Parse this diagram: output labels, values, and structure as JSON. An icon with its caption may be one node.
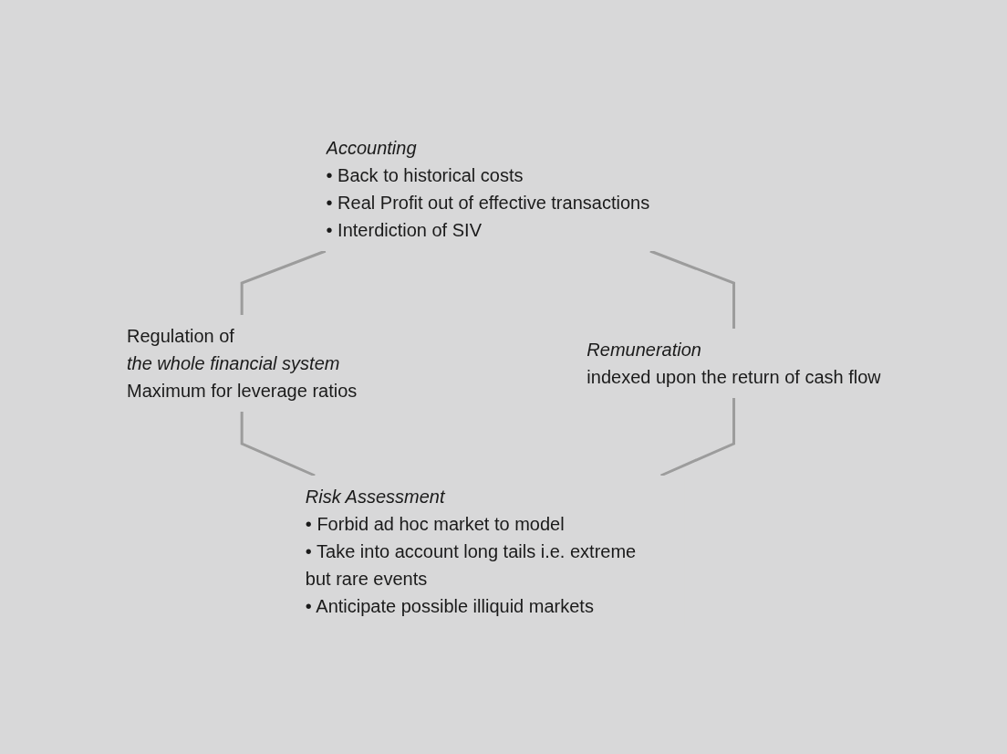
{
  "diagram": {
    "nodes": [
      {
        "text": [
          "Accounting",
          "• Back to historical costs",
          "• Real Profit out of effective transactions",
          "• Interdiction of SIV"
        ]
      },
      {
        "text": [
          "Regulation of",
          "the whole financial system",
          "Maximum for leverage ratios"
        ]
      },
      {
        "text": [
          "Remuneration",
          "indexed upon the return of cash flow"
        ]
      },
      {
        "text": [
          "Risk Assessment",
          "• Forbid ad hoc market to model",
          "• Take into account long tails i.e. extreme but rare events",
          "• Anticipate possible illiquid markets"
        ]
      }
    ],
    "edges": [
      {
        "from": 0,
        "to": 1,
        "arrow": "none"
      },
      {
        "from": 0,
        "to": 2,
        "arrow": "none"
      },
      {
        "from": 1,
        "to": 3,
        "arrow": "none"
      },
      {
        "from": 2,
        "to": 3,
        "arrow": "none"
      }
    ]
  }
}
